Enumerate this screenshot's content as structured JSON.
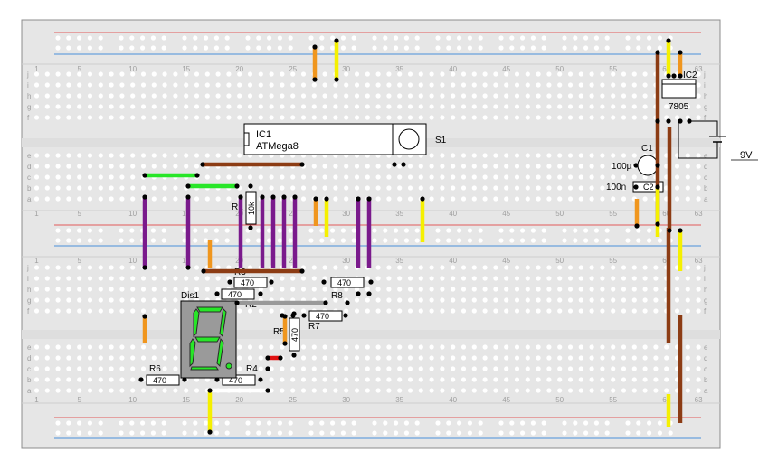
{
  "breadboard": {
    "column_numbers": [
      "1",
      "5",
      "10",
      "15",
      "20",
      "25",
      "30",
      "35",
      "40",
      "45",
      "50",
      "55",
      "60",
      "63"
    ],
    "row_letters_top": [
      "j",
      "i",
      "h",
      "g",
      "f",
      "e",
      "d",
      "c",
      "b",
      "a"
    ],
    "row_letters_bottom": [
      "j",
      "i",
      "h",
      "g",
      "f",
      "e",
      "d",
      "c",
      "b",
      "a"
    ]
  },
  "components": {
    "ic1_ref": "IC1",
    "ic1_name": "ATMega8",
    "s1": "S1",
    "ic2_ref": "IC2",
    "ic2_name": "7805",
    "c1_ref": "C1",
    "c1_value": "100µ",
    "c2_ref": "C2",
    "c2_value": "100n",
    "battery": "9V",
    "r1_ref": "R1",
    "r1_value": "10k",
    "r2_ref": "R2",
    "r3_ref": "R3",
    "r4_ref": "R4",
    "r5_ref": "R5",
    "r6_ref": "R6",
    "r7_ref": "R7",
    "r8_ref": "R8",
    "r_value": "470",
    "dis1": "Dis1"
  },
  "colors": {
    "board": "#e6e6e6",
    "hole": "#ffffff",
    "rail_red": "#e25a5a",
    "rail_blue": "#4a90d9",
    "wire_orange": "#f0961e",
    "wire_yellow": "#f5f000",
    "wire_green": "#28e628",
    "wire_purple": "#7a1a8c",
    "wire_brown": "#8c3c14",
    "wire_gray": "#999999",
    "wire_red": "#e01010",
    "display_body": "#9a9a9a",
    "segment_on": "#28e628"
  }
}
